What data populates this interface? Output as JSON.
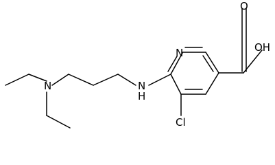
{
  "molecule": {
    "atoms": {
      "oh": "OH",
      "o_carbonyl": "O",
      "n_ring": "N",
      "n_amine": "N",
      "h_amine": "H",
      "n_tertiary": "N",
      "cl": "Cl"
    }
  },
  "colors": {
    "bond": "#000000",
    "text": "#000000",
    "background": "#ffffff"
  }
}
